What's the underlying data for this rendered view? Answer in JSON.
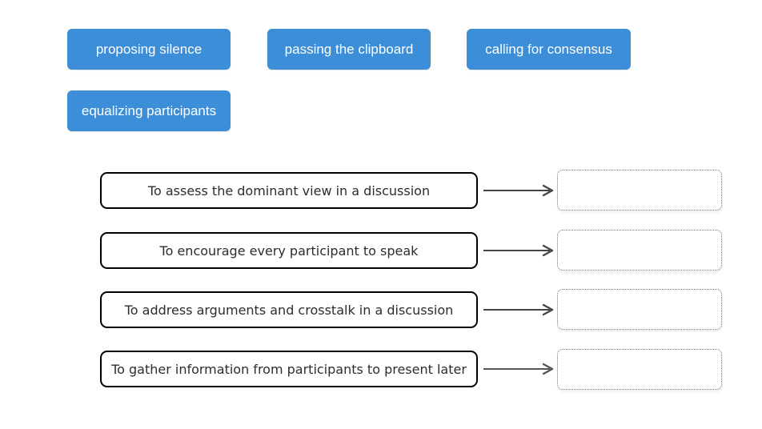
{
  "exercise": {
    "type": "matching-drag-and-drop",
    "chips": [
      {
        "label": "proposing silence"
      },
      {
        "label": "passing the clipboard"
      },
      {
        "label": "calling for consensus"
      },
      {
        "label": "equalizing participants"
      }
    ],
    "rows": [
      {
        "prompt": "To assess the dominant view in a discussion",
        "answer": ""
      },
      {
        "prompt": "To encourage every participant to speak",
        "answer": ""
      },
      {
        "prompt": "To address arguments and crosstalk in a discussion",
        "answer": ""
      },
      {
        "prompt": "To gather information from participants to present later",
        "answer": ""
      }
    ]
  },
  "colors": {
    "chip_bg": "#3d8ed8",
    "chip_text": "#ffffff",
    "box_border": "#000000",
    "arrow": "#454545",
    "dropzone_border": "#777777"
  }
}
